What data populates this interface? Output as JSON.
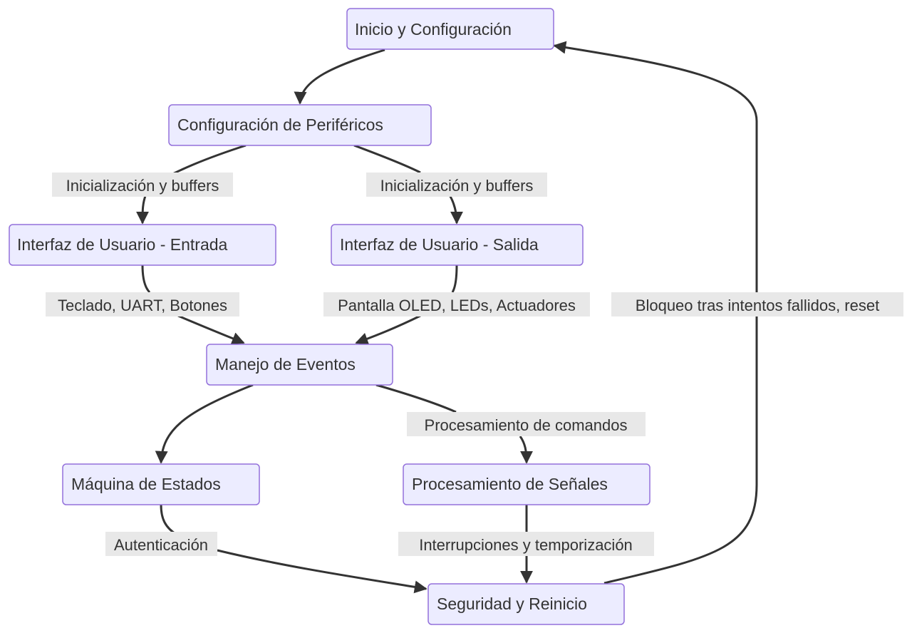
{
  "nodes": {
    "inicio": "Inicio y Configuración",
    "perifericos": "Configuración de Periféricos",
    "ui_entrada": "Interfaz de Usuario - Entrada",
    "ui_salida": "Interfaz de Usuario - Salida",
    "eventos": "Manejo de Eventos",
    "estados": "Máquina de Estados",
    "senales": "Procesamiento de Señales",
    "seguridad": "Seguridad y Reinicio"
  },
  "edges": {
    "perif_to_entrada": "Inicialización y buffers",
    "perif_to_salida": "Inicialización y buffers",
    "entrada_to_eventos": "Teclado, UART, Botones",
    "salida_to_eventos": "Pantalla OLED, LEDs, Actuadores",
    "eventos_to_senales": "Procesamiento de comandos",
    "estados_to_seguridad": "Autenticación",
    "senales_to_seguridad": "Interrupciones y temporización",
    "seguridad_to_inicio": "Bloqueo tras intentos fallidos, reset"
  },
  "colors": {
    "node_fill": "#ECECFF",
    "node_stroke": "#9370DB",
    "edge": "#333333",
    "label_bg": "#e8e8e8",
    "text": "#333333"
  }
}
